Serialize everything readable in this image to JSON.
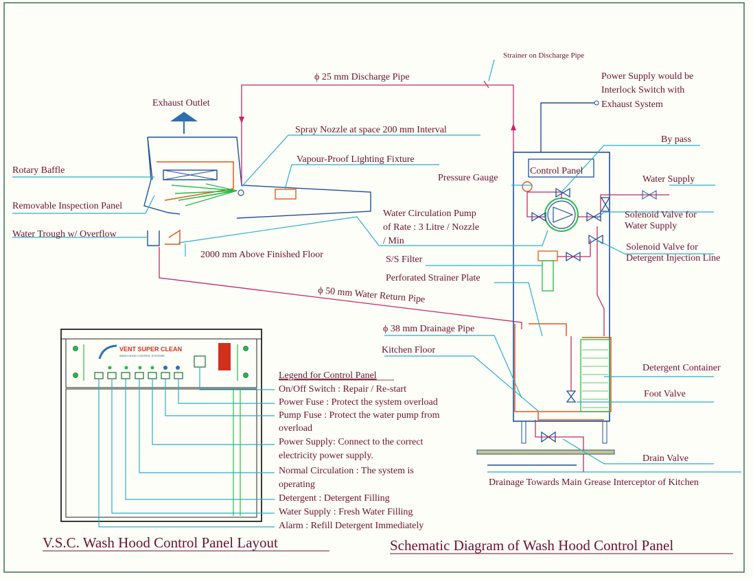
{
  "titles": {
    "left": "V.S.C. Wash Hood Control Panel Layout",
    "right": "Schematic Diagram of Wash Hood Control Panel"
  },
  "labels": {
    "strainer_discharge": "Strainer on Discharge Pipe",
    "discharge_pipe": "ϕ 25 mm Discharge Pipe",
    "power_interlock_1": "Power Supply would be",
    "power_interlock_2": "Interlock Switch with",
    "power_interlock_3": "Exhaust System",
    "exhaust_outlet": "Exhaust Outlet",
    "spray_nozzle": "Spray Nozzle at space 200 mm Interval",
    "by_pass": "By pass",
    "rotary_baffle": "Rotary Baffle",
    "vapour_light": "Vapour-Proof Lighting Fixture",
    "control_panel": "Control Panel",
    "pressure_gauge": "Pressure Gauge",
    "water_supply": "Water Supply",
    "removable_panel": "Removable Inspection Panel",
    "pump_1": "Water Circulation Pump",
    "pump_2": "of  Rate : 3 Litre / Nozzle",
    "pump_3": "/ Min",
    "solenoid_ws_1": "Solenoid Valve for",
    "solenoid_ws_2": "Water Supply",
    "water_trough": "Water Trough w/ Overflow",
    "solenoid_det_1": "Solenoid Valve for",
    "solenoid_det_2": "Detergent Injection Line",
    "above_floor": "2000 mm Above Finished Floor",
    "ss_filter": "S/S Filter",
    "perforated_plate": "Perforated Strainer Plate",
    "return_pipe": "ϕ 50 mm Water Return Pipe",
    "drainage_pipe": "ϕ 38 mm Drainage Pipe",
    "kitchen_floor": "Kitchen Floor",
    "detergent_container": "Detergent Container",
    "foot_valve": "Foot  Valve",
    "drain_valve": "Drain Valve",
    "drainage_towards": "Drainage Towards Main Grease Interceptor of Kitchen"
  },
  "panel": {
    "brand": "VENT SUPER CLEAN",
    "brand_sub": "WASH HOOD CONTROL SYSTEMS"
  },
  "legend": {
    "title": "Legend for Control Panel",
    "items": [
      "On/Off Switch : Repair / Re-start",
      "Power Fuse : Protect the system overload",
      "Pump Fuse : Protect the water pump from",
      "overload",
      "Power Supply: Connect to the correct",
      "electricity power supply.",
      "Normal Circulation : The system is",
      "operating",
      "Detergent : Detergent Filling",
      "Water Supply : Fresh Water Filling",
      "Alarm : Refill Detergent Immediately"
    ]
  }
}
